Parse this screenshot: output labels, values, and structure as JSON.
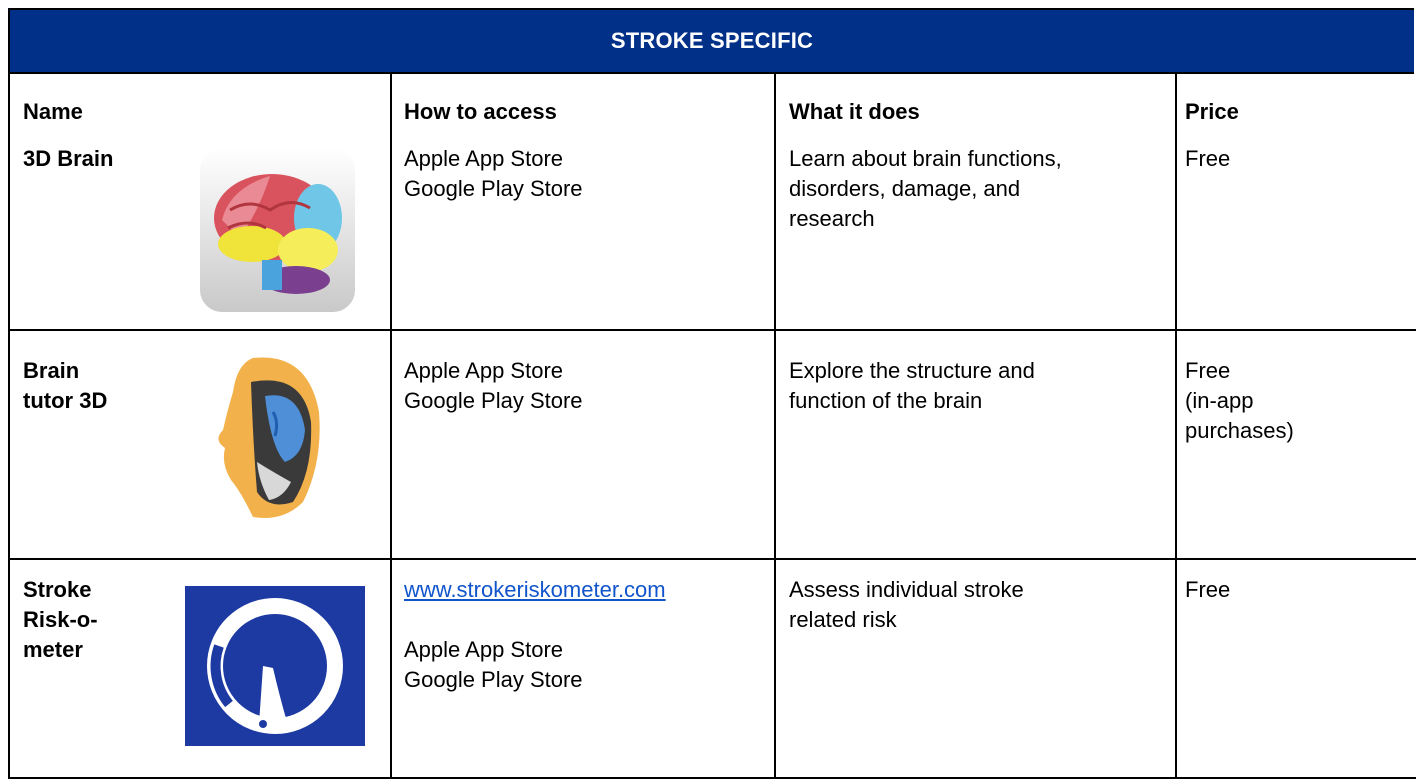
{
  "table": {
    "title": "STROKE SPECIFIC",
    "headers": {
      "name": "Name",
      "access": "How to access",
      "does": "What it does",
      "price": "Price"
    },
    "rows": [
      {
        "name": "3D Brain",
        "icon": "brain-app-icon",
        "access": [
          "Apple App Store",
          "Google Play Store"
        ],
        "does": [
          "Learn about brain functions,",
          "disorders, damage, and",
          "research"
        ],
        "price": [
          "Free"
        ]
      },
      {
        "name_lines": [
          "Brain",
          "tutor 3D"
        ],
        "icon": "head-brain-app-icon",
        "access": [
          "Apple App Store",
          "Google Play Store"
        ],
        "does": [
          "Explore the structure and",
          "function of the brain"
        ],
        "price": [
          "Free",
          "(in-app",
          "purchases)"
        ]
      },
      {
        "name_lines": [
          "Stroke",
          "Risk-o-",
          "meter"
        ],
        "icon": "gauge-app-icon",
        "link": "www.strokeriskometer.com",
        "access": [
          "Apple App Store",
          "Google Play Store"
        ],
        "does": [
          "Assess individual stroke",
          "related risk"
        ],
        "price": [
          "Free"
        ]
      }
    ]
  },
  "colors": {
    "banner_bg": "#003087",
    "banner_text": "#ffffff",
    "link": "#1155cc",
    "gauge_icon_bg": "#1d3aa3"
  }
}
